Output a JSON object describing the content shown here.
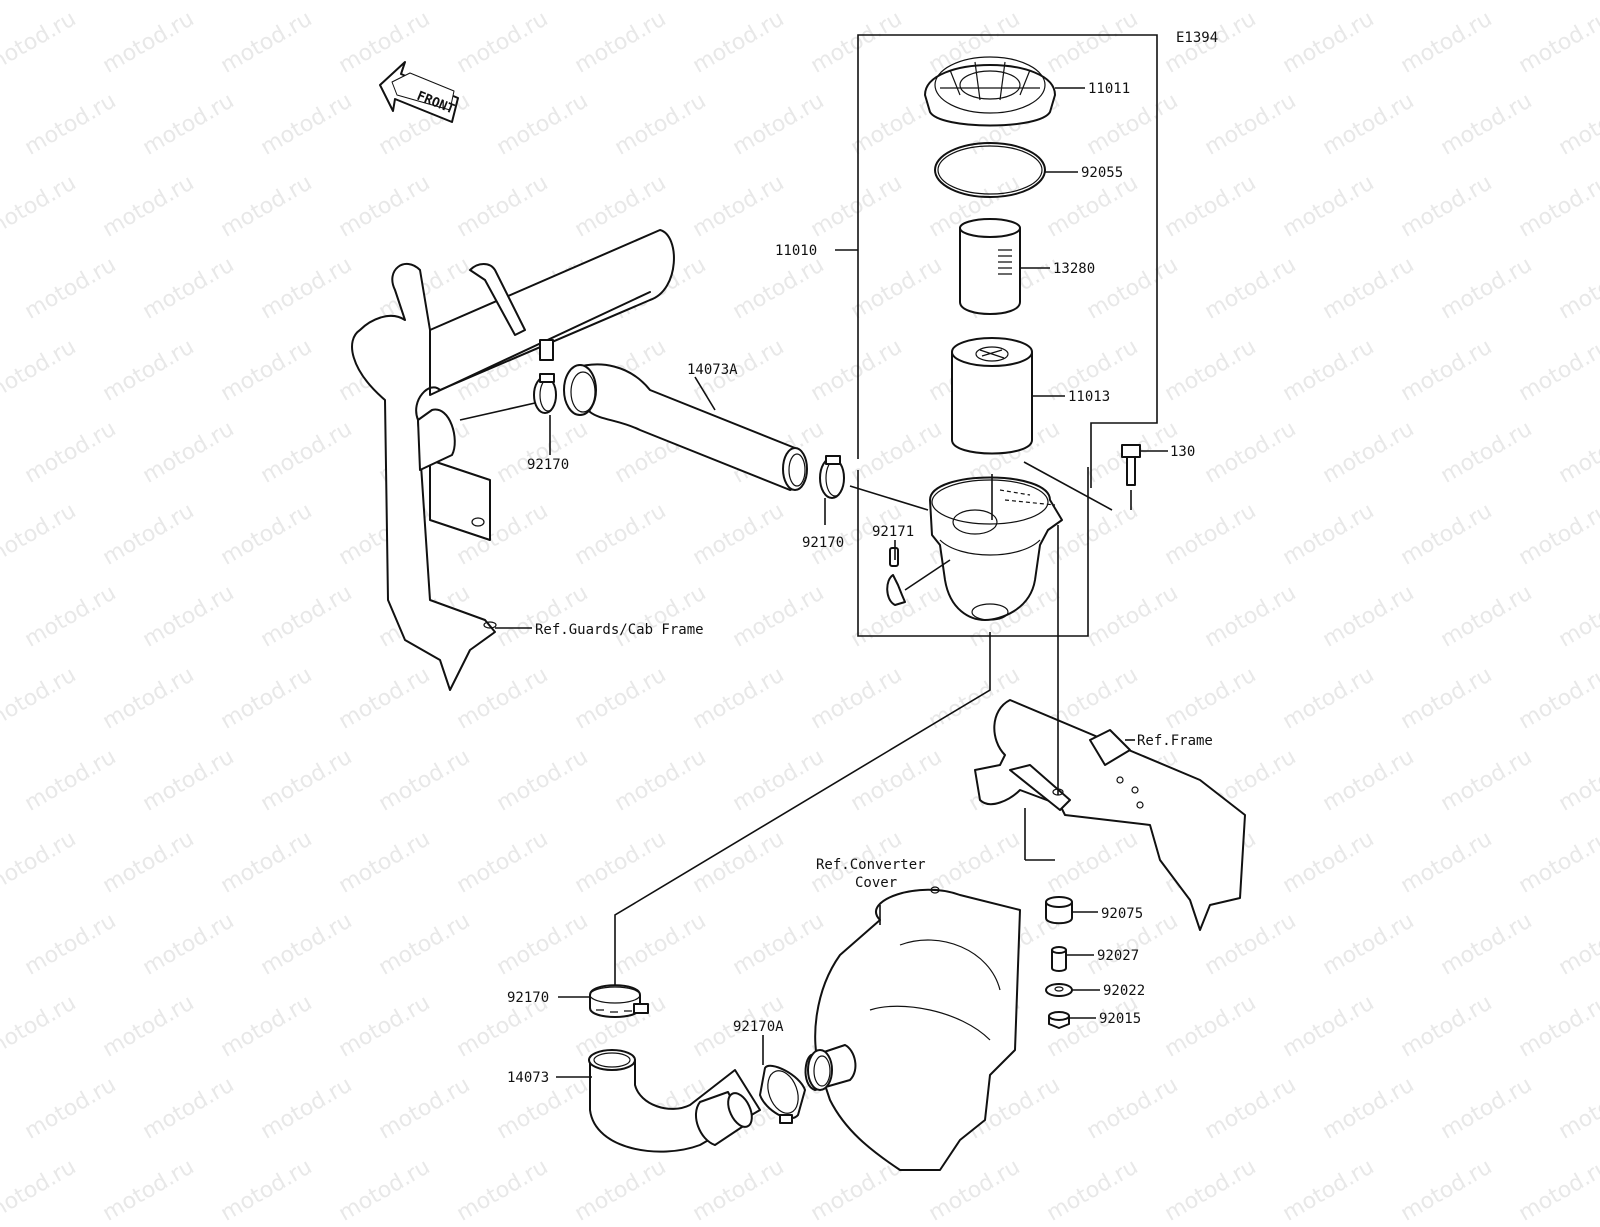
{
  "diagram_code": "E1394",
  "front_label": "FRONT",
  "watermark_text": "motod.ru",
  "labels": {
    "p11011": "11011",
    "p92055": "92055",
    "p11010": "11010",
    "p13280": "13280",
    "p11013": "11013",
    "p130": "130",
    "p14073A": "14073A",
    "p92170_a": "92170",
    "p92170_b": "92170",
    "p92171": "92171",
    "ref_guards": "Ref.Guards/Cab Frame",
    "ref_frame": "Ref.Frame",
    "ref_converter_1": "Ref.Converter",
    "ref_converter_2": "Cover",
    "p92075": "92075",
    "p92027": "92027",
    "p92022": "92022",
    "p92015": "92015",
    "p92170_c": "92170",
    "p92170A": "92170A",
    "p14073": "14073"
  }
}
